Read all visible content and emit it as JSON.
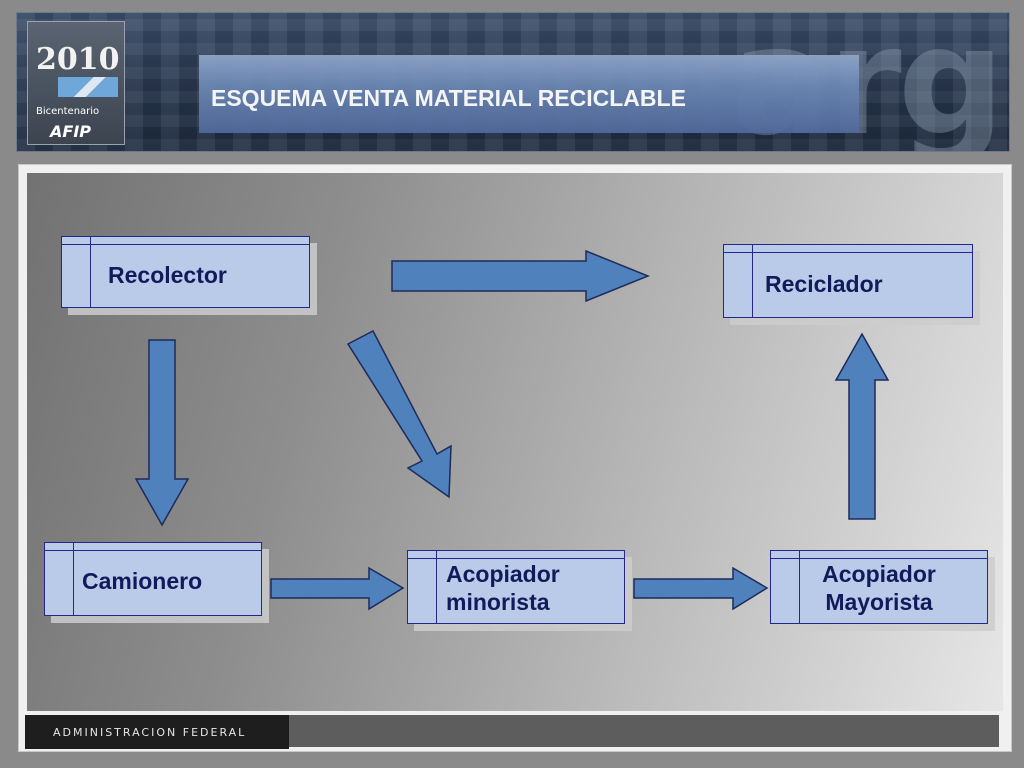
{
  "header": {
    "title": "ESQUEMA VENTA MATERIAL RECICLABLE",
    "logo_year": "2010",
    "logo_subtitle": "Bicentenario",
    "logo_brand": "AFIP",
    "background_word": "arg"
  },
  "diagram": {
    "nodes": [
      {
        "id": "recolector",
        "label": "Recolector"
      },
      {
        "id": "reciclador",
        "label": "Reciclador"
      },
      {
        "id": "camionero",
        "label": "Camionero"
      },
      {
        "id": "acopiador_minorista",
        "label": "Acopiador minorista"
      },
      {
        "id": "acopiador_mayorista",
        "label": "Acopiador Mayorista"
      }
    ],
    "edges": [
      {
        "from": "recolector",
        "to": "reciclador"
      },
      {
        "from": "recolector",
        "to": "camionero"
      },
      {
        "from": "recolector",
        "to": "acopiador_minorista"
      },
      {
        "from": "camionero",
        "to": "acopiador_minorista"
      },
      {
        "from": "acopiador_minorista",
        "to": "acopiador_mayorista"
      },
      {
        "from": "acopiador_mayorista",
        "to": "reciclador"
      }
    ]
  },
  "footer": {
    "text": "ADMINISTRACION FEDERAL"
  },
  "colors": {
    "box_fill": "#b9cbe8",
    "box_border": "#26268c",
    "arrow_fill": "#4f81bd",
    "arrow_stroke": "#1f2a5a",
    "label_text": "#111a5a"
  }
}
